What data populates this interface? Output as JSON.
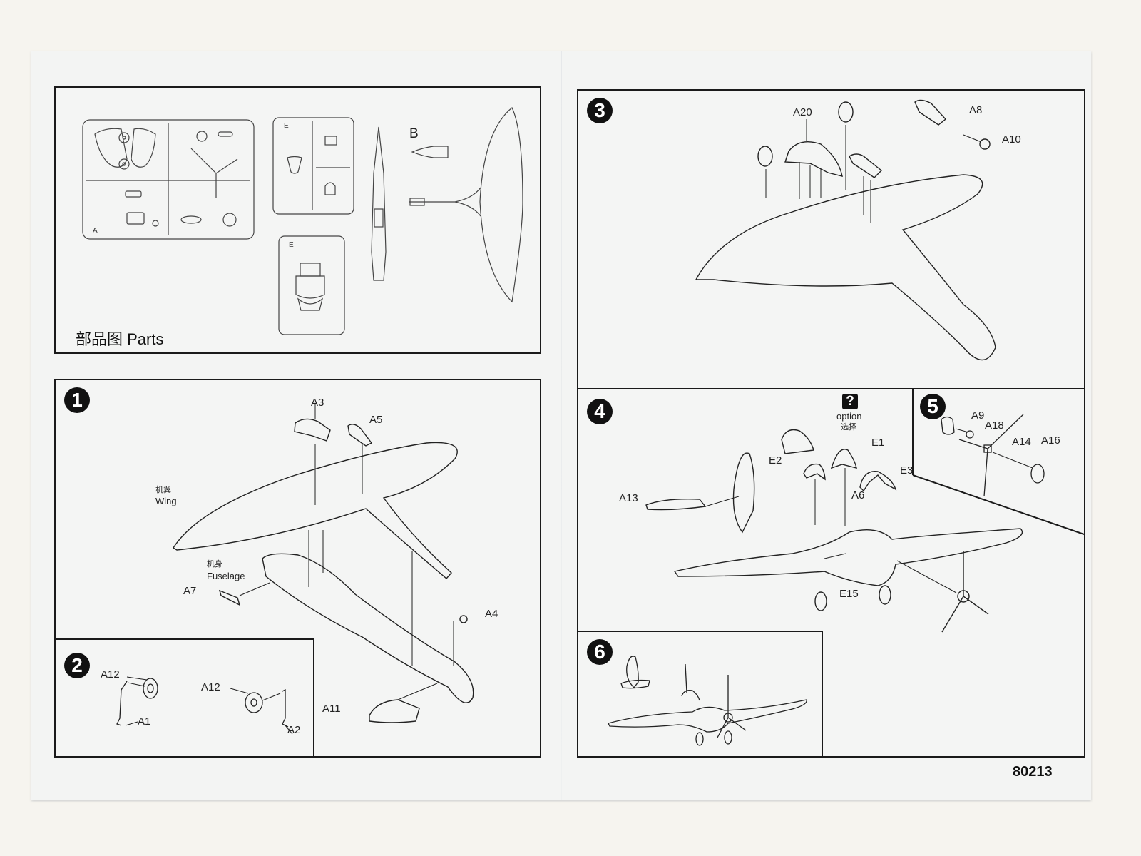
{
  "document": {
    "kit_number": "80213",
    "colors": {
      "ink": "#111111",
      "paper": "#f3f4f3",
      "background": "#f6f4ef"
    }
  },
  "parts_panel": {
    "title": "部品图 Parts",
    "sprues": [
      {
        "letter": "A"
      },
      {
        "letter": "E"
      },
      {
        "letter": "E"
      },
      {
        "letter": "B"
      }
    ]
  },
  "steps": [
    {
      "number": "1",
      "labels": [
        {
          "text": "A3"
        },
        {
          "text": "A5"
        },
        {
          "text": "机翼",
          "sub": "Wing"
        },
        {
          "text": "机身",
          "sub": "Fuselage"
        },
        {
          "text": "A7"
        },
        {
          "text": "A4"
        },
        {
          "text": "A11"
        }
      ]
    },
    {
      "number": "2",
      "labels": [
        {
          "text": "A12"
        },
        {
          "text": "A1"
        },
        {
          "text": "A12"
        },
        {
          "text": "A2"
        }
      ]
    },
    {
      "number": "3",
      "labels": [
        {
          "text": "A20"
        },
        {
          "text": "A8"
        },
        {
          "text": "A10"
        }
      ]
    },
    {
      "number": "4",
      "option": {
        "icon": "?",
        "label_en": "option",
        "label_zh": "选择"
      },
      "labels": [
        {
          "text": "E1"
        },
        {
          "text": "E2"
        },
        {
          "text": "E3"
        },
        {
          "text": "A6"
        },
        {
          "text": "A13"
        },
        {
          "text": "E15"
        }
      ]
    },
    {
      "number": "5",
      "labels": [
        {
          "text": "A9"
        },
        {
          "text": "A18"
        },
        {
          "text": "A14"
        },
        {
          "text": "A16"
        }
      ]
    },
    {
      "number": "6",
      "labels": []
    }
  ]
}
